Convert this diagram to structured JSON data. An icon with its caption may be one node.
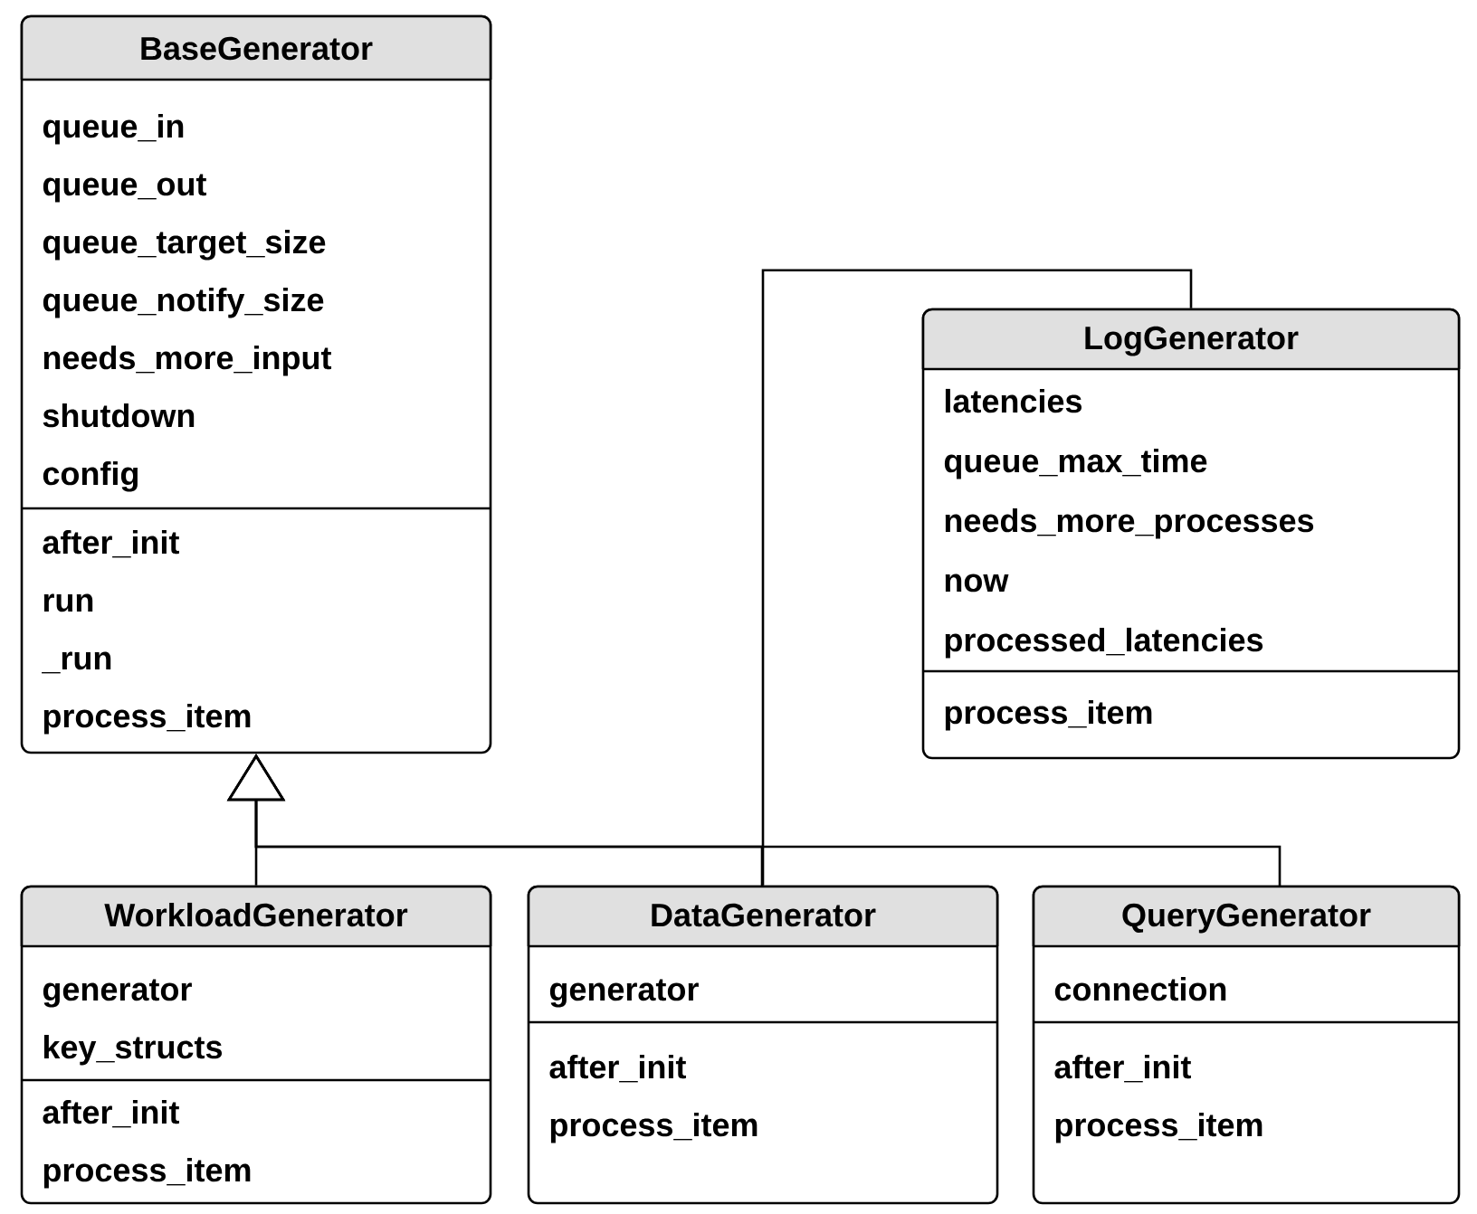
{
  "diagram": {
    "nodes": [
      {
        "text": [
          "BaseGenerator",
          "queue_in",
          "queue_out",
          "queue_target_size",
          "queue_notify_size",
          "needs_more_input",
          "shutdown",
          "config",
          "after_init",
          "run",
          "_run",
          "process_item"
        ]
      },
      {
        "text": [
          "LogGenerator",
          "latencies",
          "queue_max_time",
          "needs_more_processes",
          "now",
          "processed_latencies",
          "process_item"
        ]
      },
      {
        "text": [
          "WorkloadGenerator",
          "generator",
          "key_structs",
          "after_init",
          "process_item"
        ]
      },
      {
        "text": [
          "DataGenerator",
          "generator",
          "after_init",
          "process_item"
        ]
      },
      {
        "text": [
          "QueryGenerator",
          "connection",
          "after_init",
          "process_item"
        ]
      }
    ],
    "edges": [
      {
        "from": 2,
        "to": 0,
        "arrow": "to"
      },
      {
        "from": 3,
        "to": 0,
        "arrow": "to"
      },
      {
        "from": 4,
        "to": 0,
        "arrow": "to"
      },
      {
        "from": 1,
        "to": 3,
        "arrow": "none"
      }
    ]
  }
}
